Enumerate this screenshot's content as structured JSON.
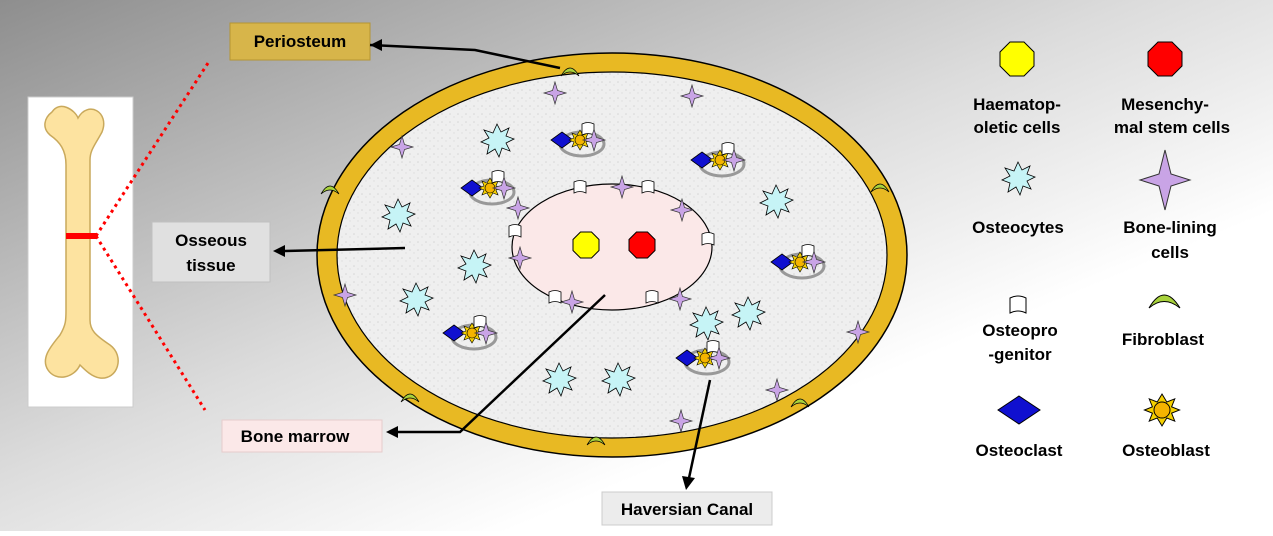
{
  "labels": {
    "periosteum": "Periosteum",
    "osseous_line1": "Osseous",
    "osseous_line2": "tissue",
    "bone_marrow": "Bone marrow",
    "haversian_canal": "Haversian Canal"
  },
  "legend": [
    {
      "icon": "haematopoietic-cell-icon",
      "line1": "Haematop-",
      "line2": "oletic cells",
      "color": "#ffff00"
    },
    {
      "icon": "mesenchymal-stem-cell-icon",
      "line1": "Mesenchy-",
      "line2": "mal stem cells",
      "color": "#ff0000"
    },
    {
      "icon": "osteocyte-icon",
      "line1": "Osteocytes",
      "line2": "",
      "color": "#c6f4f6"
    },
    {
      "icon": "bone-lining-cell-icon",
      "line1": "Bone-lining",
      "line2": "cells",
      "color": "#c9a4e6"
    },
    {
      "icon": "osteoprogenitor-icon",
      "line1": "Osteopro",
      "line2": "-genitor",
      "color": "#ffffff"
    },
    {
      "icon": "fibroblast-icon",
      "line1": "Fibroblast",
      "line2": "",
      "color": "#a8d23c"
    },
    {
      "icon": "osteoclast-icon",
      "line1": "Osteoclast",
      "line2": "",
      "color": "#1010d0"
    },
    {
      "icon": "osteoblast-icon",
      "line1": "Osteoblast",
      "line2": "",
      "color": "#f5b400"
    }
  ],
  "colors": {
    "periosteum": "#e8b923",
    "bone": "#fde3a0",
    "marrow": "#fbe8e8",
    "osseous": "#f0f0f0",
    "cut_line": "#ff0000"
  }
}
